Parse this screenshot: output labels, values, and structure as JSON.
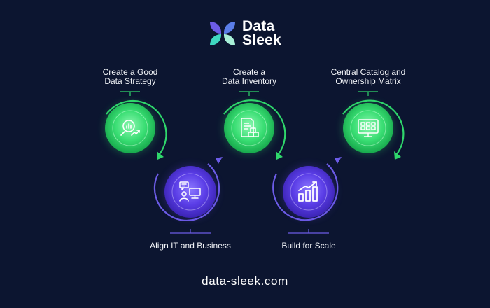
{
  "brand": {
    "name_line1": "Data",
    "name_line2": "Sleek",
    "colors": {
      "mark_purple": "#6c5ce7",
      "mark_teal": "#3fd7c0",
      "mark_mint": "#a8f0d8"
    }
  },
  "steps": [
    {
      "label_line1": "Create a Good",
      "label_line2": "Data Strategy",
      "icon": "analytics-magnifier-icon",
      "color": "#2fd66b"
    },
    {
      "label_line1": "Align IT and Business",
      "label_line2": "",
      "icon": "person-computer-chat-icon",
      "color": "#5b3fe0"
    },
    {
      "label_line1": "Create a",
      "label_line2": "Data Inventory",
      "icon": "document-boxes-icon",
      "color": "#2fd66b"
    },
    {
      "label_line1": "Build for Scale",
      "label_line2": "",
      "icon": "growth-bar-chart-icon",
      "color": "#5b3fe0"
    },
    {
      "label_line1": "Central Catalog and",
      "label_line2": "Ownership Matrix",
      "icon": "catalog-monitor-icon",
      "color": "#2fd66b"
    }
  ],
  "footer": {
    "url": "data-sleek.com"
  },
  "colors": {
    "background": "#0c1530",
    "green": "#2fd66b",
    "purple": "#5b3fe0"
  }
}
